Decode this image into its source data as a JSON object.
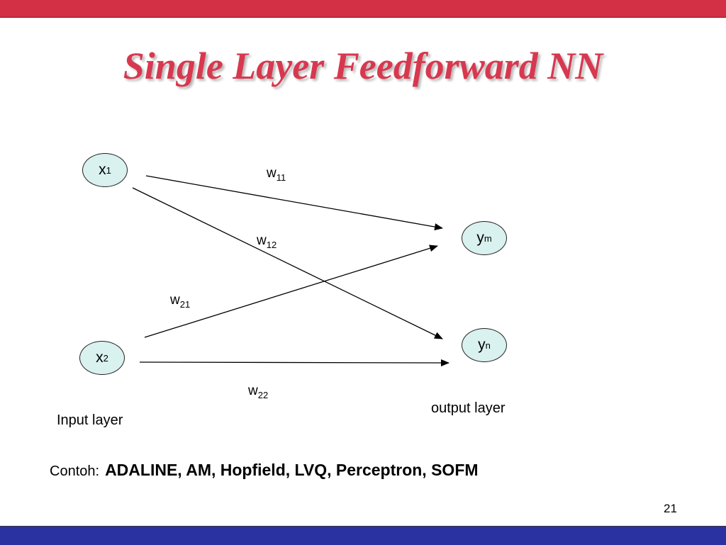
{
  "slide": {
    "title": "Single Layer Feedforward NN",
    "page_number": "21",
    "colors": {
      "top_bar": "#d32f45",
      "bottom_bar": "#2a31a1",
      "title": "#d8384f",
      "node_fill": "#d9f1ef"
    }
  },
  "nodes": {
    "x1": {
      "base": "x",
      "sub": "1"
    },
    "x2": {
      "base": "x",
      "sub": "2"
    },
    "ym": {
      "base": "y",
      "sub": "m"
    },
    "yn": {
      "base": "y",
      "sub": "n"
    }
  },
  "weights": {
    "w11": {
      "base": "w",
      "sub": "11"
    },
    "w12": {
      "base": "w",
      "sub": "12"
    },
    "w21": {
      "base": "w",
      "sub": "21"
    },
    "w22": {
      "base": "w",
      "sub": "22"
    }
  },
  "labels": {
    "input_layer": "Input layer",
    "output_layer": "output layer"
  },
  "example": {
    "label": "Contoh:",
    "text": "ADALINE, AM, Hopfield, LVQ, Perceptron, SOFM"
  }
}
